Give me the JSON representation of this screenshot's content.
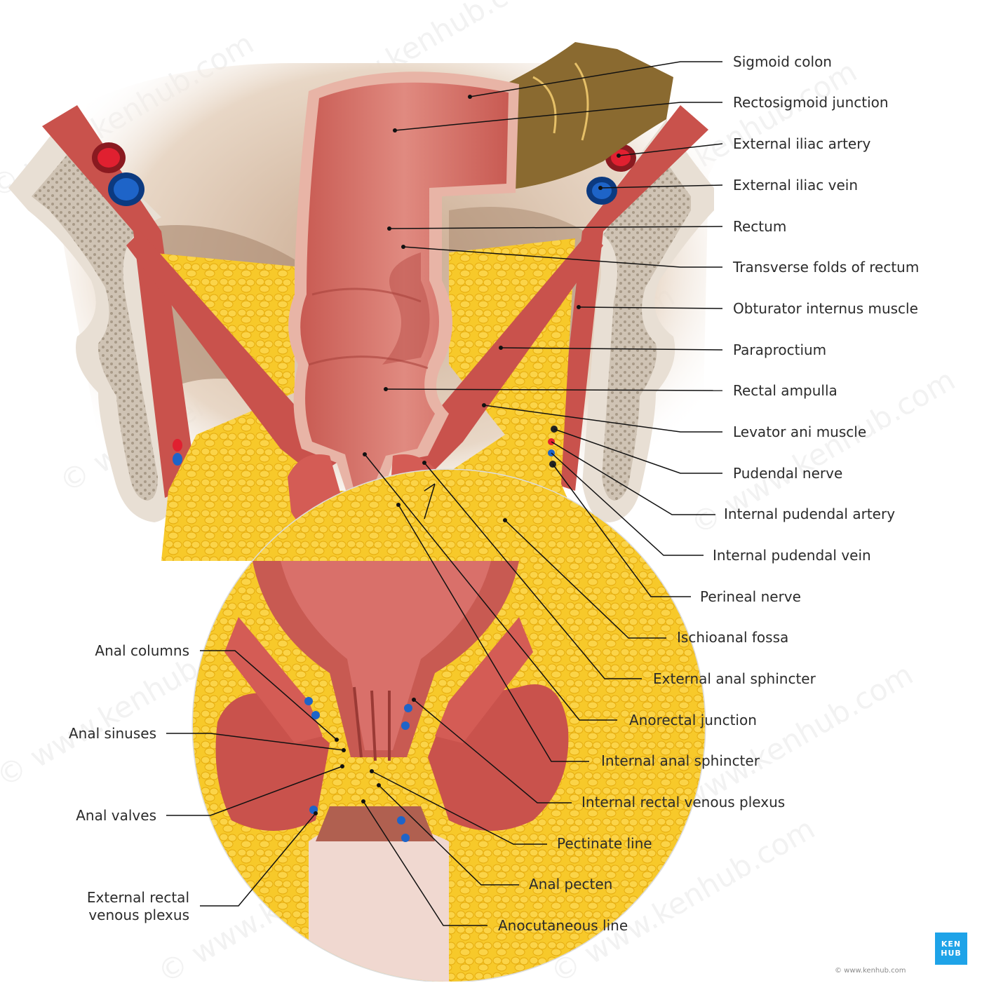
{
  "labels": {
    "sigmoid_colon": "Sigmoid colon",
    "rectosigmoid_junction": "Rectosigmoid junction",
    "external_iliac_artery": "External iliac artery",
    "external_iliac_vein": "External iliac vein",
    "rectum": "Rectum",
    "transverse_folds": "Transverse folds of rectum",
    "obturator_internus": "Obturator internus muscle",
    "paraproctium": "Paraproctium",
    "rectal_ampulla": "Rectal ampulla",
    "levator_ani": "Levator ani muscle",
    "pudendal_nerve": "Pudendal nerve",
    "internal_pudendal_artery": "Internal pudendal artery",
    "internal_pudendal_vein": "Internal pudendal vein",
    "perineal_nerve": "Perineal nerve",
    "ischioanal_fossa": "Ischioanal fossa",
    "external_anal_sphincter": "External anal sphincter",
    "anorectal_junction": "Anorectal junction",
    "internal_anal_sphincter": "Internal anal sphincter",
    "internal_rectal_plexus": "Internal rectal venous plexus",
    "pectinate_line": "Pectinate line",
    "anal_pecten": "Anal pecten",
    "anocutaneous_line": "Anocutaneous line",
    "anal_columns": "Anal columns",
    "anal_sinuses": "Anal sinuses",
    "anal_valves": "Anal valves",
    "external_rectal_plexus_1": "External rectal",
    "external_rectal_plexus_2": "venous plexus"
  },
  "watermark": "© www.kenhub.com",
  "logo": {
    "line1": "KEN",
    "line2": "HUB"
  },
  "credit": "© www.kenhub.com",
  "colors": {
    "mucosa": "#d9706a",
    "muscle": "#c9524c",
    "fat": "#f4c020",
    "bone": "#e6ddd2",
    "artery": "#e02030",
    "vein": "#1e64c8",
    "colon": "#8a6a30",
    "kenhub_blue": "#1ea3e8"
  }
}
